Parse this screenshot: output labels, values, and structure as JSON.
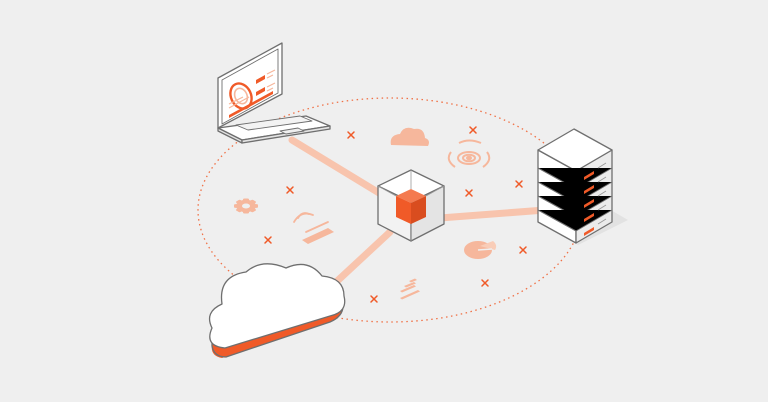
{
  "colors": {
    "background": "#efefef",
    "accent": "#f05a28",
    "accent_light": "#f6b79c",
    "accent_pale": "#f9cdb8",
    "outline": "#6f6f6f",
    "surface": "#ffffff",
    "surface_shade": "#e4e4e4",
    "connector": "#f8c4ad"
  },
  "diagram": {
    "nodes": [
      {
        "id": "laptop",
        "icon": "laptop-icon"
      },
      {
        "id": "hub",
        "icon": "cube-icon"
      },
      {
        "id": "server",
        "icon": "server-rack-icon"
      },
      {
        "id": "cloud",
        "icon": "cloud-icon"
      }
    ],
    "edges": [
      {
        "from": "laptop",
        "to": "hub"
      },
      {
        "from": "hub",
        "to": "server"
      },
      {
        "from": "hub",
        "to": "cloud"
      }
    ],
    "decor_icons": [
      "small-cloud-icon",
      "target-icon",
      "gear-icon",
      "wifi-tag-icon",
      "pie-chart-icon",
      "bar-chart-icon",
      "cross-mark-icon"
    ]
  }
}
